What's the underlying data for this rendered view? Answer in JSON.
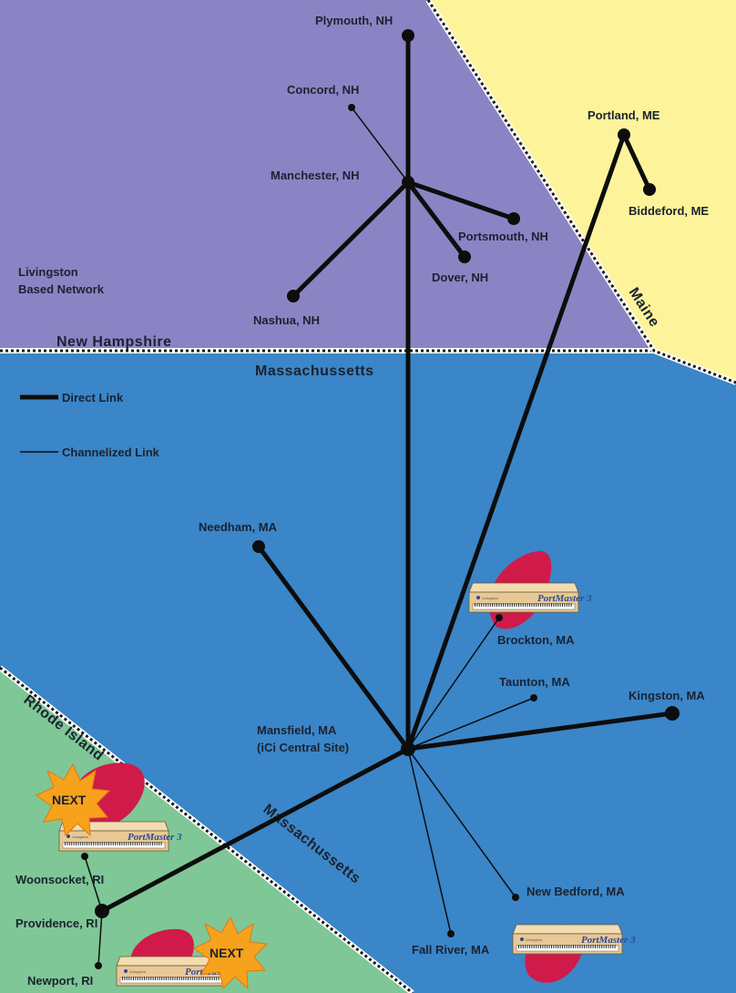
{
  "regions": {
    "new_hampshire": "New Hampshire",
    "massachusetts_top": "Massachussetts",
    "maine": "Maine",
    "rhode_island": "Rhode Island",
    "massachusetts_diag": "Massachussetts",
    "network_note_line1": "Livingston",
    "network_note_line2": "Based Network"
  },
  "legend": {
    "direct": "Direct Link",
    "channelized": "Channelized Link"
  },
  "cities": {
    "plymouth": "Plymouth, NH",
    "concord": "Concord, NH",
    "manchester": "Manchester, NH",
    "portsmouth": "Portsmouth, NH",
    "dover": "Dover, NH",
    "nashua": "Nashua, NH",
    "portland": "Portland, ME",
    "biddeford": "Biddeford, ME",
    "needham": "Needham, MA",
    "brockton": "Brockton, MA",
    "taunton": "Taunton, MA",
    "kingston": "Kingston, MA",
    "mansfield_line1": "Mansfield, MA",
    "mansfield_line2": "(iCi Central Site)",
    "new_bedford": "New Bedford, MA",
    "fall_river": "Fall River, MA",
    "woonsocket": "Woonsocket, RI",
    "providence": "Providence, RI",
    "newport": "Newport, RI"
  },
  "devices": {
    "label": "PortMaster 3",
    "brand": "Livingston"
  },
  "badges": {
    "next": "NEXT"
  },
  "colors": {
    "new_hampshire_fill": "#8b84c4",
    "maine_fill": "#fdf39b",
    "massachusetts_fill": "#3a86c8",
    "rhode_island_fill": "#7fc796",
    "link_color": "#0d0d0d",
    "device_body": "#e8c894",
    "device_blob": "#d01a4a",
    "starburst": "#f7a21c"
  }
}
